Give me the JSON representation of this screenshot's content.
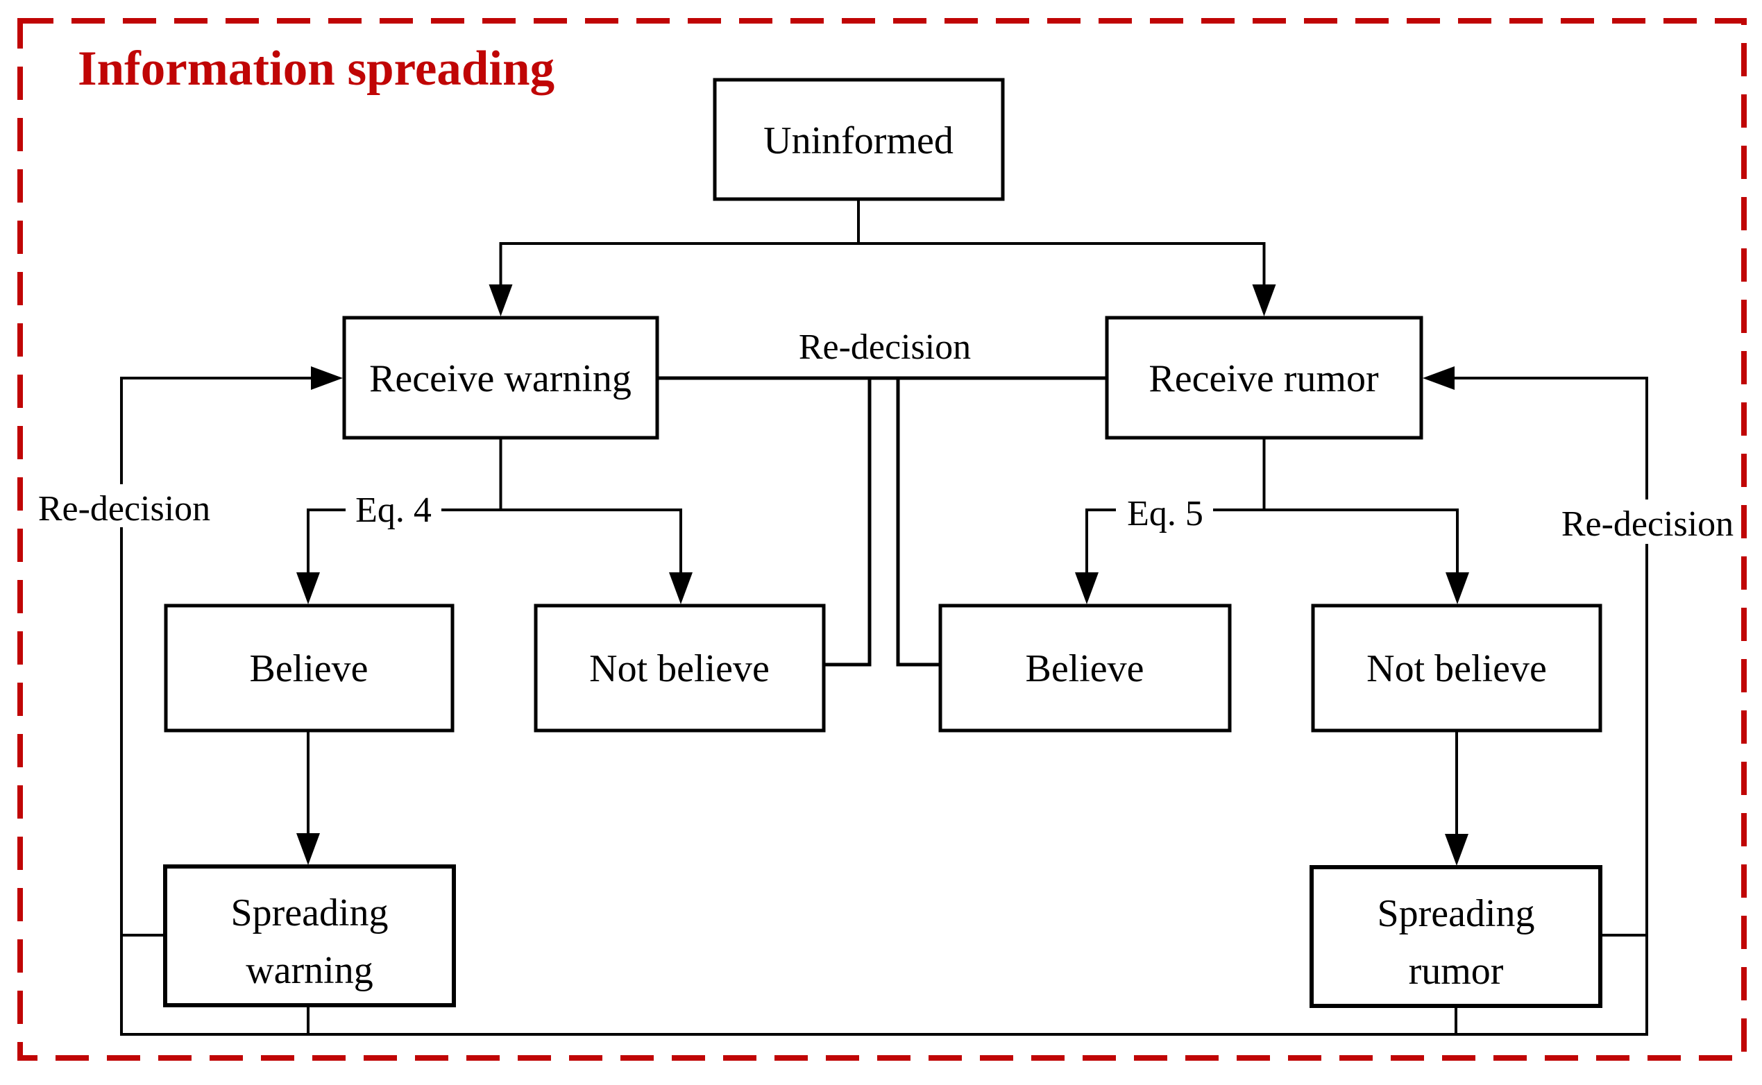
{
  "frame": {
    "title": "Information spreading"
  },
  "colors": {
    "accent_red": "#c00505",
    "line_black": "#000000",
    "background": "#ffffff"
  },
  "nodes": {
    "uninformed": {
      "label": "Uninformed"
    },
    "receive_warning": {
      "label": "Receive warning"
    },
    "receive_rumor": {
      "label": "Receive rumor"
    },
    "believe_warning": {
      "label": "Believe"
    },
    "not_believe_warning": {
      "label": "Not believe"
    },
    "believe_rumor": {
      "label": "Believe"
    },
    "not_believe_rumor": {
      "label": "Not believe"
    },
    "spreading_warning": {
      "line1": "Spreading",
      "line2": "warning"
    },
    "spreading_rumor": {
      "line1": "Spreading",
      "line2": "rumor"
    }
  },
  "edge_labels": {
    "re_decision_top": "Re-decision",
    "re_decision_left": "Re-decision",
    "re_decision_right": "Re-decision",
    "eq4": "Eq. 4",
    "eq5": "Eq. 5"
  }
}
